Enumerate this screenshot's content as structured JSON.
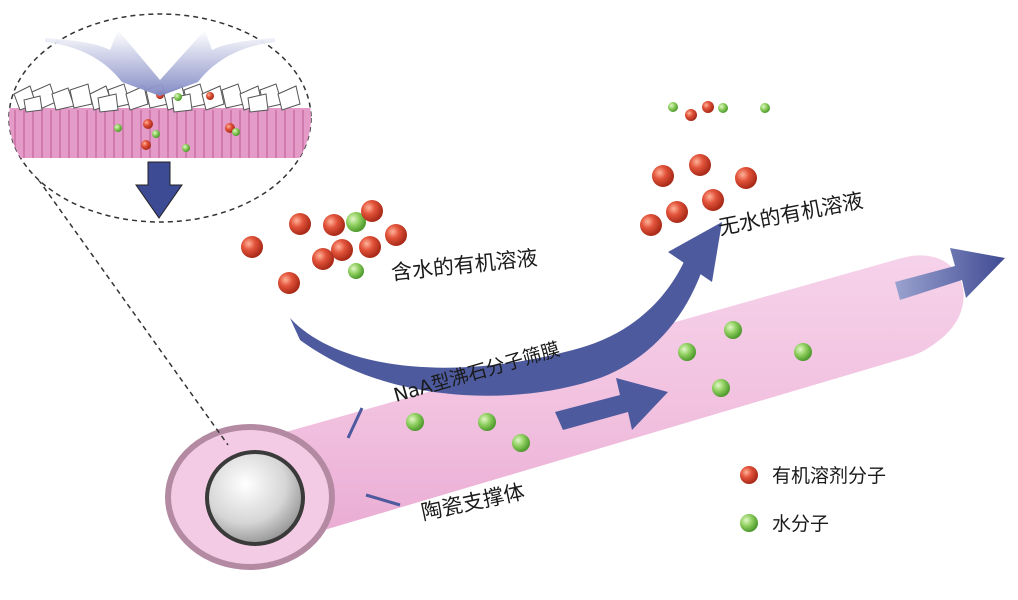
{
  "labels": {
    "water_containing_solution": "含水的有机溶液",
    "anhydrous_solution": "无水的有机溶液",
    "membrane": "NaA型沸石分子筛膜",
    "ceramic_support": "陶瓷支撑体"
  },
  "legend": [
    {
      "label": "有机溶剂分子",
      "kind": "organic"
    },
    {
      "label": "水分子",
      "kind": "water"
    }
  ],
  "colors": {
    "organic_molecule": "#d8432c",
    "water_molecule": "#86c95a",
    "tube": "#f2c8e2",
    "tube_rim": "#b48aa3",
    "arrow": "#515c9e",
    "membrane_layer": "#e394c6"
  }
}
